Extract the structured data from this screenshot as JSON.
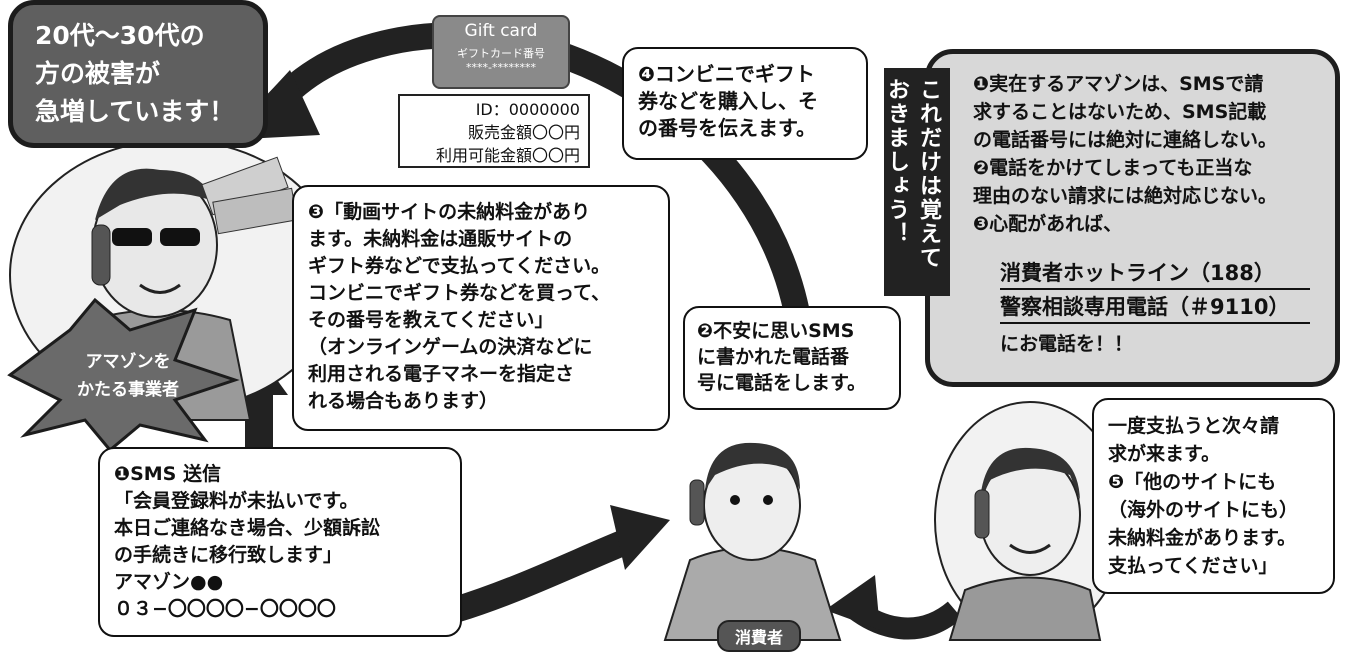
{
  "top_badge": {
    "lines": [
      "20代〜30代の",
      "方の被害が",
      "急増しています！"
    ]
  },
  "gift_card": {
    "title": "Gift card",
    "label": "ギフトカード番号",
    "number": "****-********"
  },
  "id_box": {
    "lines": [
      "ID：0000000",
      "販売金額〇〇円",
      "利用可能金額〇〇円"
    ]
  },
  "step4": {
    "lines": [
      "❹コンビニでギフト",
      "券などを購入し、そ",
      "の番号を伝えます。"
    ]
  },
  "step3": {
    "lines": [
      "❸「動画サイトの未納料金があり",
      "ます。未納料金は通販サイトの",
      "ギフト券などで支払ってください。",
      "コンビニでギフト券などを買って、",
      "その番号を教えてください」",
      "（オンラインゲームの決済などに",
      "利用される電子マネーを指定さ",
      "れる場合もあります）"
    ]
  },
  "step2": {
    "lines": [
      "❷不安に思いSMS",
      "に書かれた電話番",
      "号に電話をします。"
    ]
  },
  "step1": {
    "lines": [
      "❶SMS 送信",
      "「会員登録料が未払いです。",
      "本日ご連絡なき場合、少額訴訟",
      "の手続きに移行致します」",
      "アマゾン●●",
      "０３−〇〇〇〇−〇〇〇〇"
    ]
  },
  "step5": {
    "lines": [
      "一度支払うと次々請",
      "求が来ます。",
      "❺「他のサイトにも",
      "（海外のサイトにも）",
      "未納料金があります。",
      "支払ってください」"
    ]
  },
  "scammer_label": {
    "lines": [
      "アマゾンを",
      "かたる事業者"
    ]
  },
  "consumer_label": "消費者",
  "tips": {
    "vertical_title": "これだけは覚えておきましょう！",
    "lines": [
      "❶実在するアマゾンは、SMSで請",
      "求することはないため、SMS記載",
      "の電話番号には絶対に連絡しない。",
      "❷電話をかけてしまっても正当な",
      "理由のない請求には絶対応じない。",
      "❸心配があれば、"
    ],
    "hotline": "消費者ホットライン（188）",
    "police": "警察相談専用電話（＃9110）",
    "closing": "にお電話を！！"
  }
}
